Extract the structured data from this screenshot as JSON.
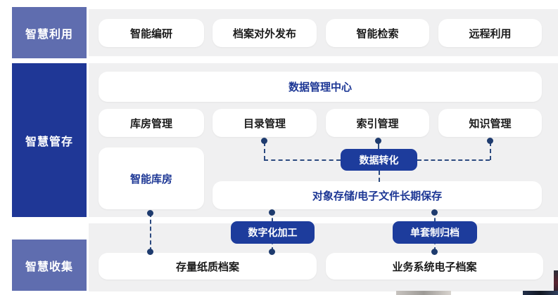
{
  "sections": {
    "use": {
      "label": "智慧利用",
      "items": [
        "智能编研",
        "档案对外发布",
        "智能检索",
        "远程利用"
      ]
    },
    "manage": {
      "label": "智慧管存",
      "data_center": "数据管理中心",
      "modules": [
        "库房管理",
        "目录管理",
        "索引管理",
        "知识管理"
      ],
      "smart_warehouse": "智能库房",
      "data_transform": "数据转化",
      "storage_bar": "对象存储/电子文件长期保存"
    },
    "collect": {
      "label": "智慧收集",
      "digitization": "数字化加工",
      "single_set_archiving": "单套制归档",
      "stock_paper": "存量纸质档案",
      "business_electronic": "业务系统电子档案"
    }
  },
  "colors": {
    "side_light": "#5f6daf",
    "side_dark": "#1f3796",
    "button_blue": "#1d3c9c",
    "navy_text": "#1d3795",
    "connector": "#2c4a80",
    "panel_gray": "#f0f0f1"
  }
}
